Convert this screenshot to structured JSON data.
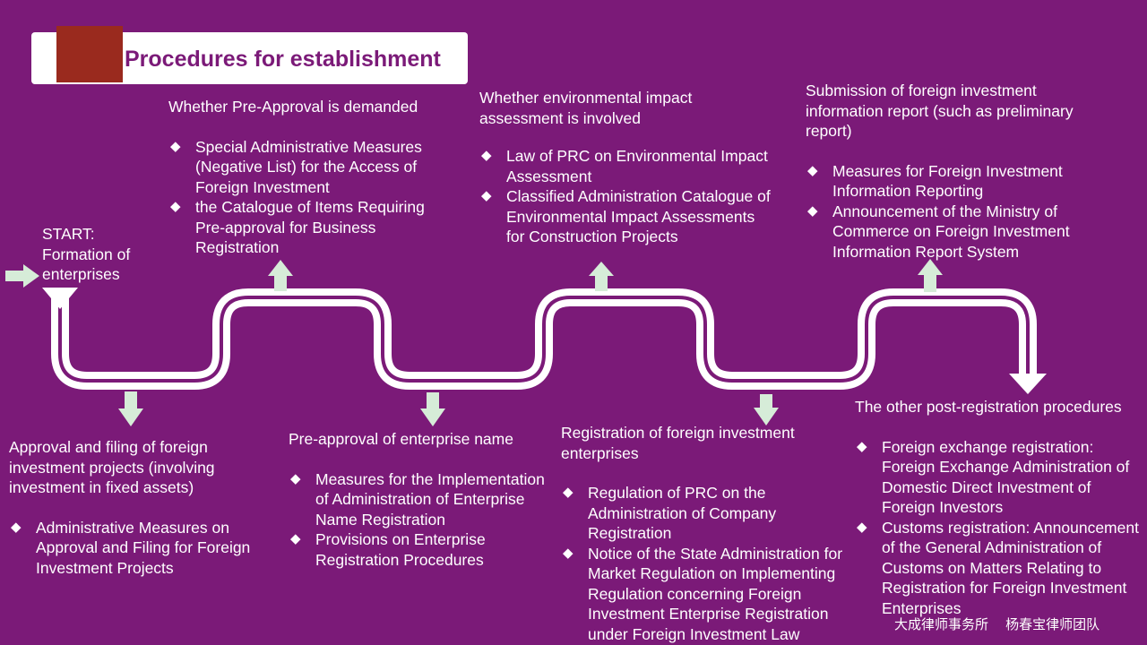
{
  "title": "Procedures for establishment",
  "start": {
    "lines": [
      "START:",
      "Formation of",
      "enterprises"
    ]
  },
  "steps": [
    {
      "id": "pre-approval",
      "heading": "Whether Pre-Approval is demanded",
      "items": [
        "Special Administrative Measures (Negative List) for the Access of Foreign Investment",
        "the Catalogue of Items Requiring Pre-approval for Business Registration"
      ]
    },
    {
      "id": "environmental",
      "heading": "Whether environmental impact assessment is involved",
      "items": [
        "Law of PRC on Environmental Impact Assessment",
        "Classified Administration Catalogue of Environmental Impact Assessments for Construction Projects"
      ]
    },
    {
      "id": "info-report",
      "heading": "Submission of foreign investment information report (such as preliminary report)",
      "items": [
        "Measures for Foreign Investment Information Reporting",
        "Announcement of the Ministry of Commerce on Foreign Investment Information Report System"
      ]
    },
    {
      "id": "approval-filing",
      "heading": "Approval and filing of foreign investment projects (involving investment in fixed assets)",
      "items": [
        "Administrative Measures on Approval and Filing for Foreign Investment Projects"
      ]
    },
    {
      "id": "name-approval",
      "heading": "Pre-approval of enterprise name",
      "items": [
        "Measures for the Implementation of Administration of Enterprise Name Registration",
        "Provisions on Enterprise Registration Procedures"
      ]
    },
    {
      "id": "registration",
      "heading": "Registration of foreign investment enterprises",
      "items": [
        "Regulation of PRC on the Administration of Company Registration",
        "Notice of the State Administration for Market Regulation on Implementing Regulation concerning Foreign Investment Enterprise Registration under Foreign Investment Law"
      ]
    },
    {
      "id": "post-registration",
      "heading": "The other post-registration procedures",
      "items": [
        "Foreign exchange registration: Foreign Exchange Administration of Domestic Direct Investment of Foreign Investors",
        "Customs registration: Announcement of the General Administration of Customs on Matters Relating to Registration for Foreign Investment Enterprises"
      ]
    }
  ],
  "bullet_glyph": "◆",
  "footer": "大成律师事务所　 杨春宝律师团队",
  "colors": {
    "background": "#7b1a78",
    "accent": "#9a2a1e",
    "arrow": "#d6ecd8",
    "text": "#ffffff"
  }
}
